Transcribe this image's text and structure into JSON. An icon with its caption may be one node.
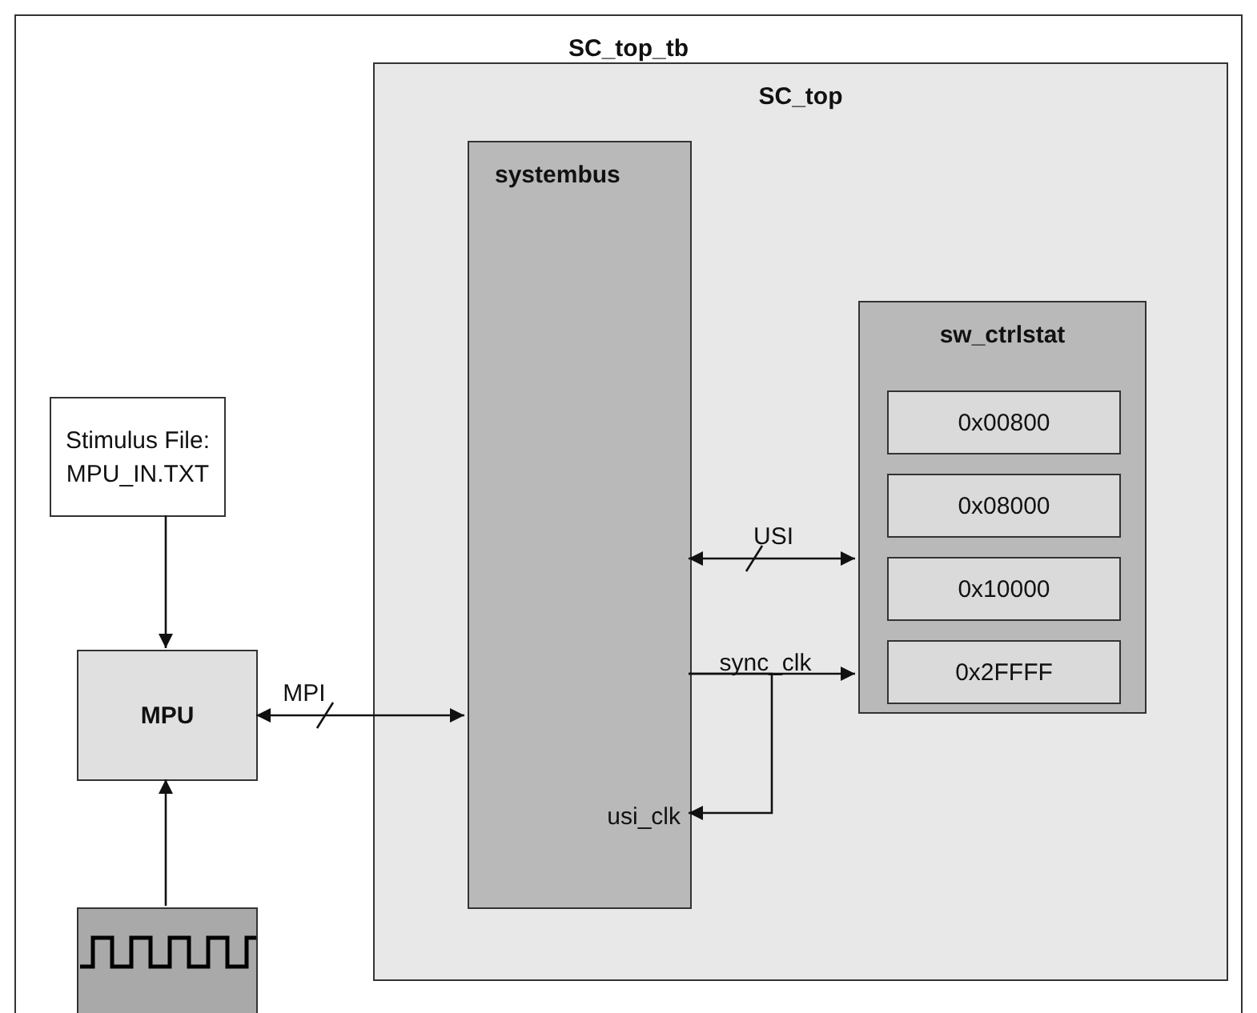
{
  "diagram": {
    "nodes": [
      {
        "text": [
          "SC_top_tb"
        ]
      },
      {
        "text": [
          "Stimulus File: MPU_IN.TXT"
        ],
        "in": 0
      },
      {
        "text": [
          "MPU"
        ],
        "in": 0
      },
      {
        "text": [],
        "shape": "picture",
        "in": 0
      },
      {
        "text": [
          "SC_top"
        ],
        "in": 0
      },
      {
        "text": [
          "systembus",
          "usi_clk"
        ],
        "in": 4
      },
      {
        "text": [
          "sw_ctrlstat"
        ],
        "in": 4
      },
      {
        "text": [
          "0x00800"
        ],
        "in": 6
      },
      {
        "text": [
          "0x08000"
        ],
        "in": 6
      },
      {
        "text": [
          "0x10000"
        ],
        "in": 6
      },
      {
        "text": [
          "0x2FFFF"
        ],
        "in": 6
      }
    ],
    "edges": [
      {
        "from": 1,
        "to": 2,
        "arrow": "to"
      },
      {
        "from": 3,
        "to": 2,
        "arrow": "to"
      },
      {
        "from": 2,
        "to": 5,
        "arrow": "both",
        "label": "MPI"
      },
      {
        "from": 5,
        "to": 6,
        "arrow": "both",
        "label": "USI"
      },
      {
        "from": 5,
        "to": 6,
        "arrow": "to",
        "label": "sync_clk"
      },
      {
        "from": 5,
        "to": 5,
        "arrow": "to"
      }
    ]
  }
}
